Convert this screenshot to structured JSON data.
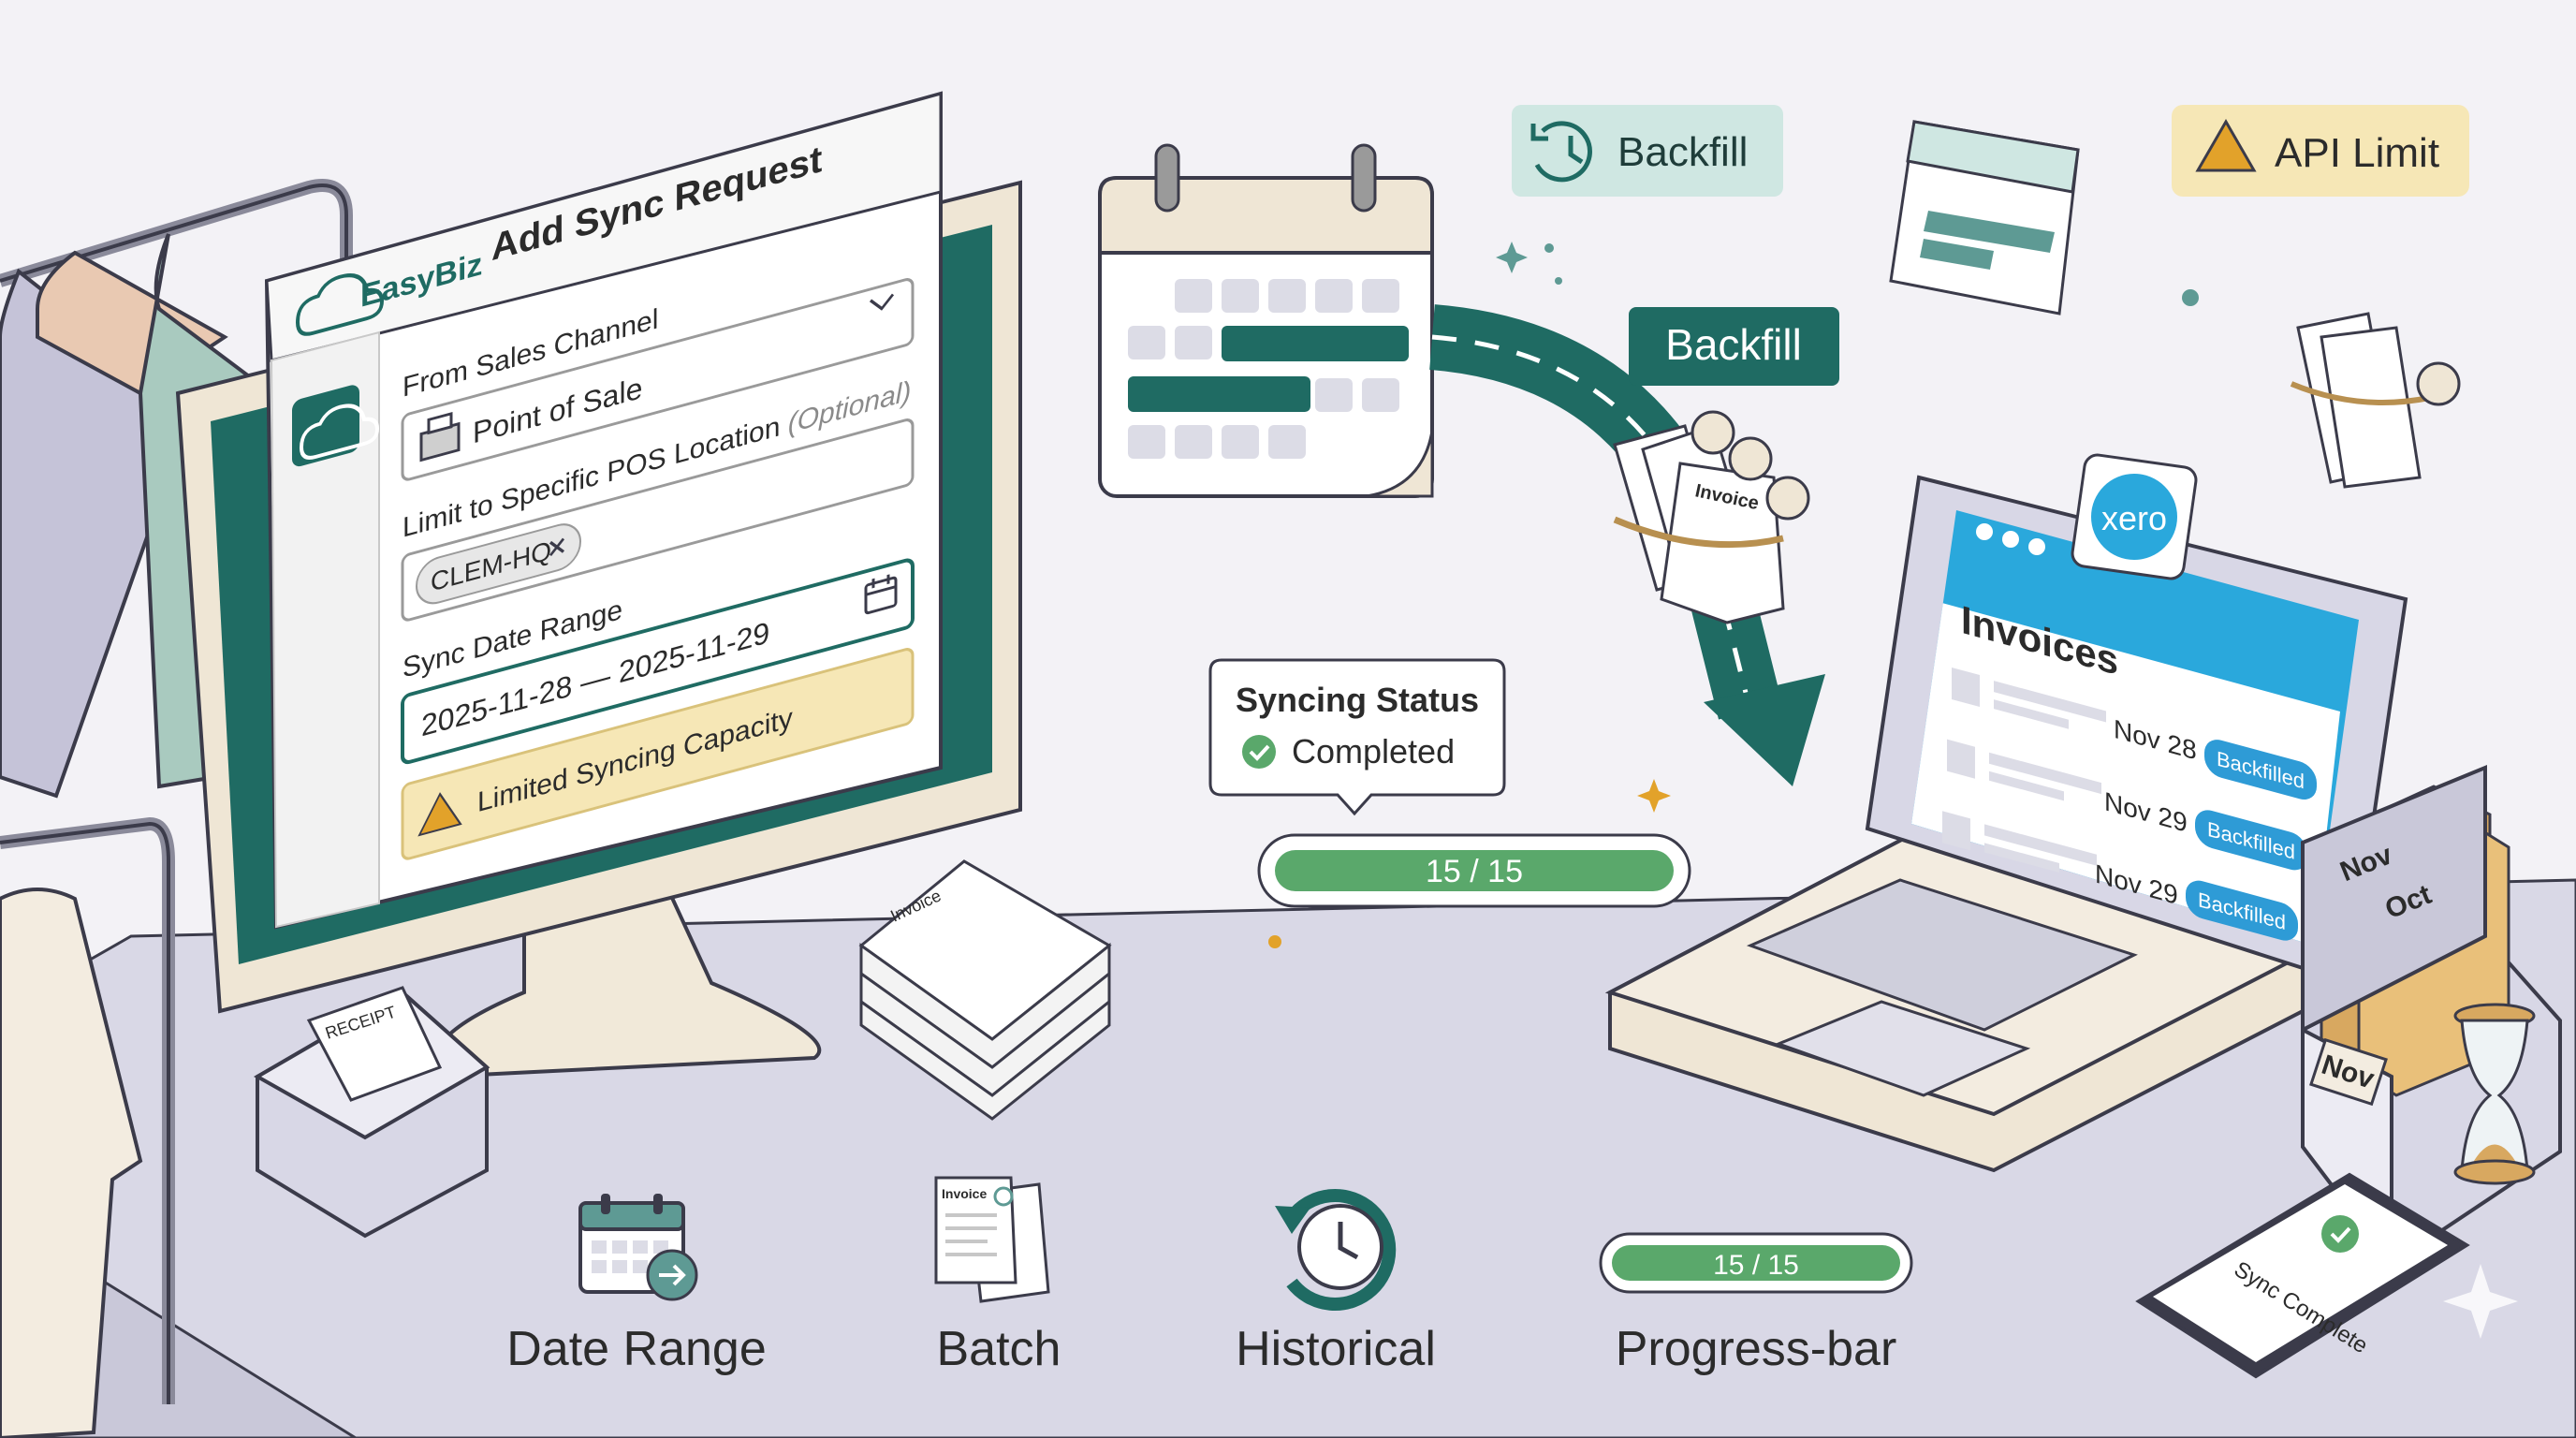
{
  "form": {
    "brand": "EasyBiz",
    "title": "Add Sync Request",
    "channel_label": "From Sales Channel",
    "channel_value": "Point of Sale",
    "location_label": "Limit to Specific POS Location",
    "location_optional": "(Optional)",
    "location_tag": "CLEM-HQ",
    "date_label": "Sync Date Range",
    "date_value": "2025-11-28 — 2025-11-29",
    "warning": "Limited Syncing Capacity"
  },
  "calendar_tag": "Backfill",
  "top_tags": {
    "backfill": "Backfill",
    "api_limit": "API Limit"
  },
  "bundle_label": "Invoice",
  "status": {
    "title": "Syncing Status",
    "value": "Completed",
    "progress_label": "15 / 15",
    "progress_fraction": 1.0
  },
  "laptop": {
    "logo": "xero",
    "heading": "Invoices",
    "rows": [
      {
        "date": "Nov 28",
        "badge": "Backfilled"
      },
      {
        "date": "Nov 29",
        "badge": "Backfilled"
      },
      {
        "date": "Nov 29",
        "badge": "Backfilled"
      }
    ]
  },
  "folders": [
    "Nov",
    "Oct",
    "Nov"
  ],
  "receipt_label": "RECEIPT",
  "phone_text": "Sync Complete",
  "bottom_icons": [
    {
      "label": "Date Range",
      "icon": "calendar-arrow-icon"
    },
    {
      "label": "Batch",
      "icon": "invoice-stack-icon"
    },
    {
      "label": "Historical",
      "icon": "history-clock-icon"
    },
    {
      "label": "Progress-bar",
      "icon": "progress-bar-icon",
      "bar_text": "15 / 15"
    }
  ],
  "colors": {
    "teal": "#1f6b63",
    "mint": "#cfe7e2",
    "green": "#5aa86b",
    "amber": "#f6e7b6",
    "laptop_blue": "#2aa8dc",
    "badge_blue": "#2e9bd6"
  }
}
